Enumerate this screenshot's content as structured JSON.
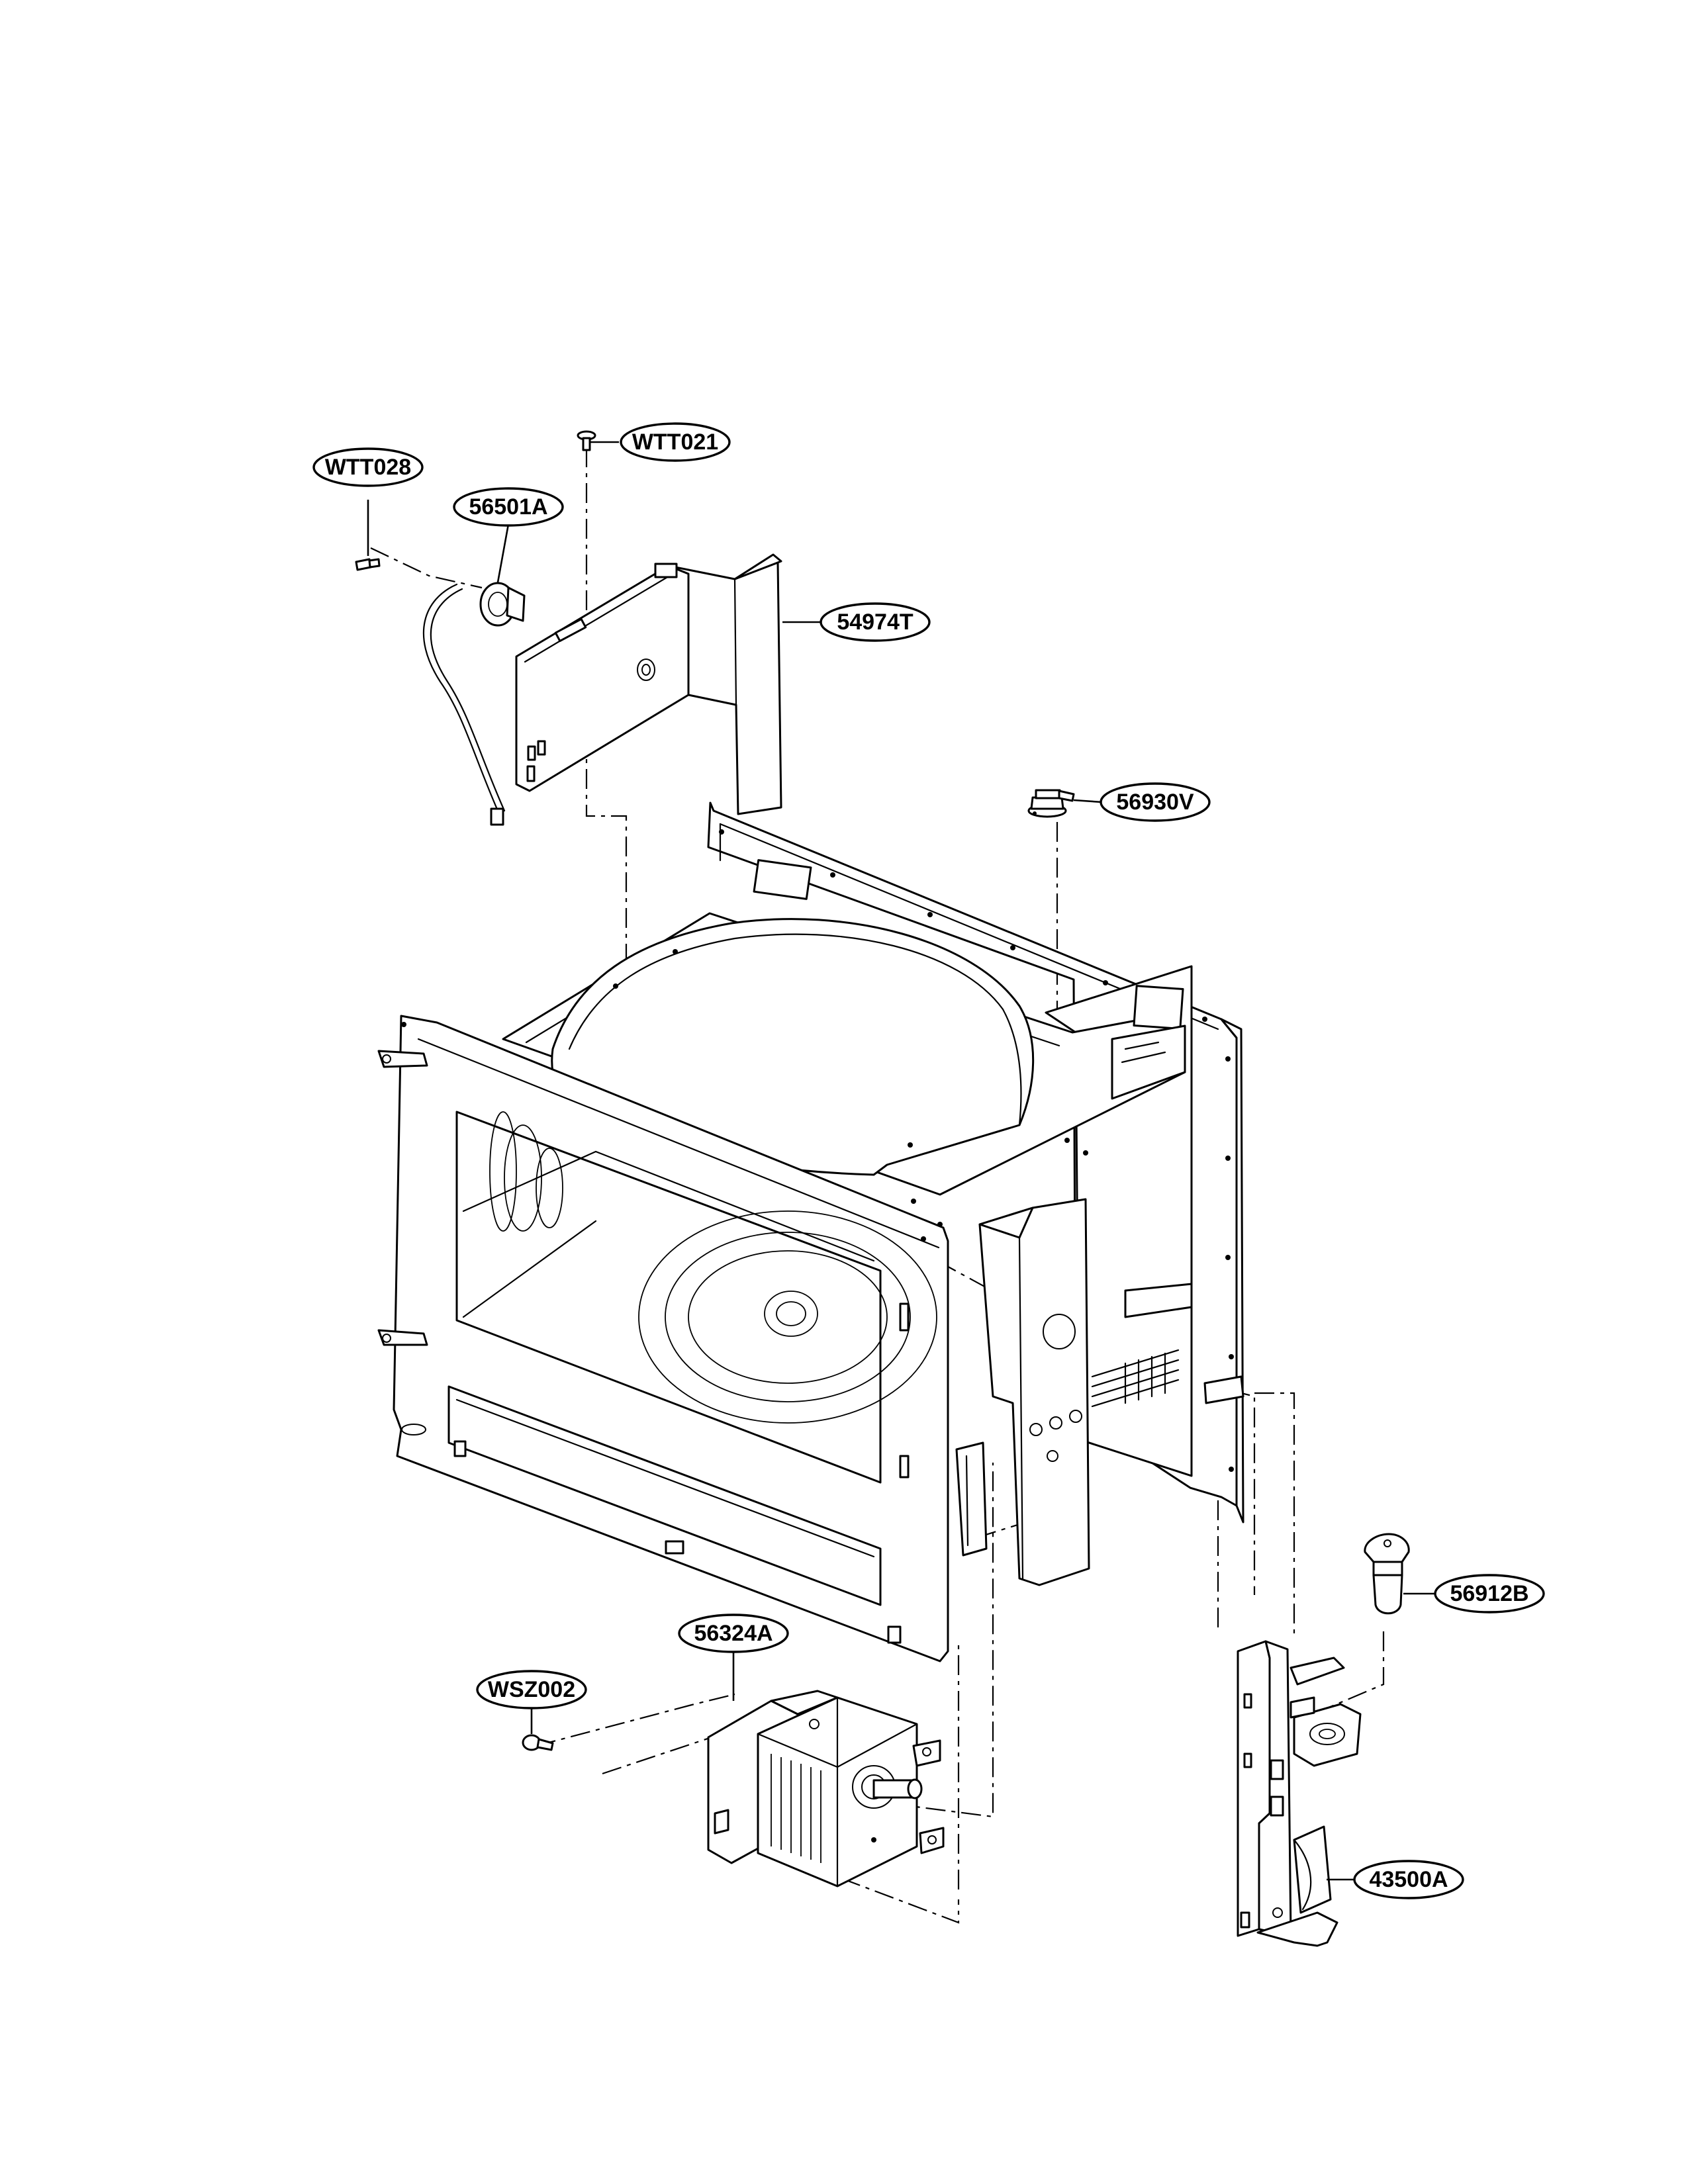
{
  "callouts": {
    "wtt028": "WTT028",
    "wtt021": "WTT021",
    "p56501a": "56501A",
    "p54974t": "54974T",
    "p56930v": "56930V",
    "p56912b": "56912B",
    "p56324a": "56324A",
    "wsz002": "WSZ002",
    "p43500a": "43500A"
  }
}
